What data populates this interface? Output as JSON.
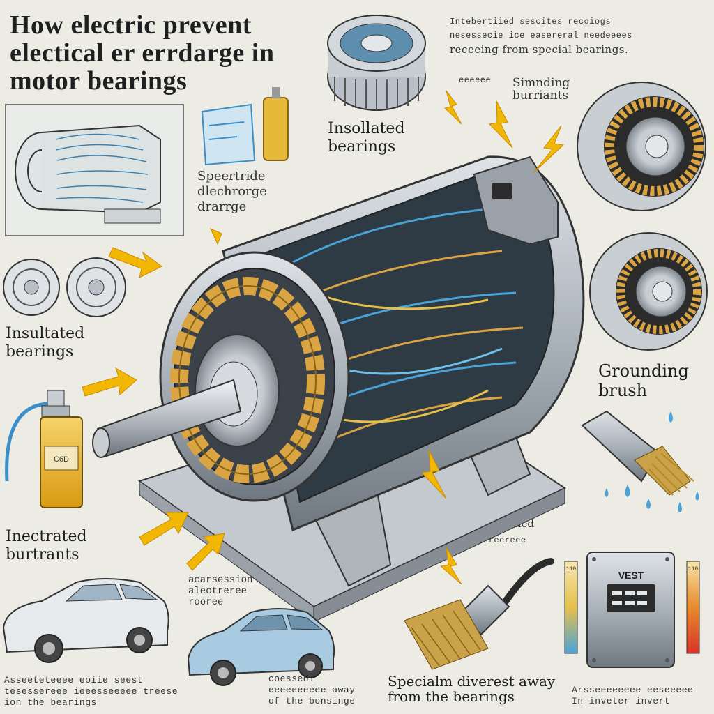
{
  "title": "How electric prevent electical er errdarge in motor bearings",
  "top_caption": {
    "line1": "Intebertiied sescites recoiogs",
    "line2": "nesessecie ice easereral needeeees",
    "line3": "receeing from special bearings.",
    "line4": "eeeeee"
  },
  "labels": {
    "standing_burriants": "Simnding burriants",
    "insulated_bearings_top": "Insollated bearings",
    "discharge_label": "Speertride dlechrorge drarrge",
    "insulated_bearings_left": "Insultated bearings",
    "grounding_brush": "Grounding brush",
    "inectrated_burtrants": "Inectrated burtrants",
    "simodied": "Simodlied",
    "simodied_sub": "ereereee",
    "acarsession": "acarsession alectreree rooree",
    "specialm": "Specialm diverest away from the bearings",
    "bottom_left": "Asseeteteeee eoiie seest tesessereee ieeesseeeee treese ion the bearings",
    "bottom_mid": "coesseol eeeeeeeeee away of the bonsinge",
    "bottom_right": "Arsseeeeeeee eeseeeee In inveter invert",
    "vfd_label": "VEST",
    "bottle_label": "C6D",
    "gauge_left_top": "110",
    "gauge_right_top": "110"
  },
  "colors": {
    "background": "#ecebe4",
    "accent_yellow": "#f2b705",
    "wire_blue": "#4aa3d8",
    "copper": "#d9a441",
    "metal": "#b8bfc6"
  }
}
